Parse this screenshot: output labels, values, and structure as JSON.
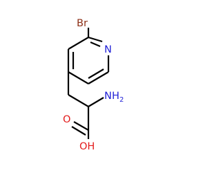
{
  "molecule": {
    "atoms": {
      "bromine": "Br",
      "pyridine_nitrogen": "N",
      "amino_N": "N",
      "amino_H": "H",
      "amino_sub": "2",
      "carbonyl_oxygen": "O",
      "hydroxyl": "OH"
    },
    "colors": {
      "bond": "#000000",
      "bromine": "#8b2d14",
      "nitrogen": "#1f1fd6",
      "oxygen": "#e31a1a"
    }
  }
}
